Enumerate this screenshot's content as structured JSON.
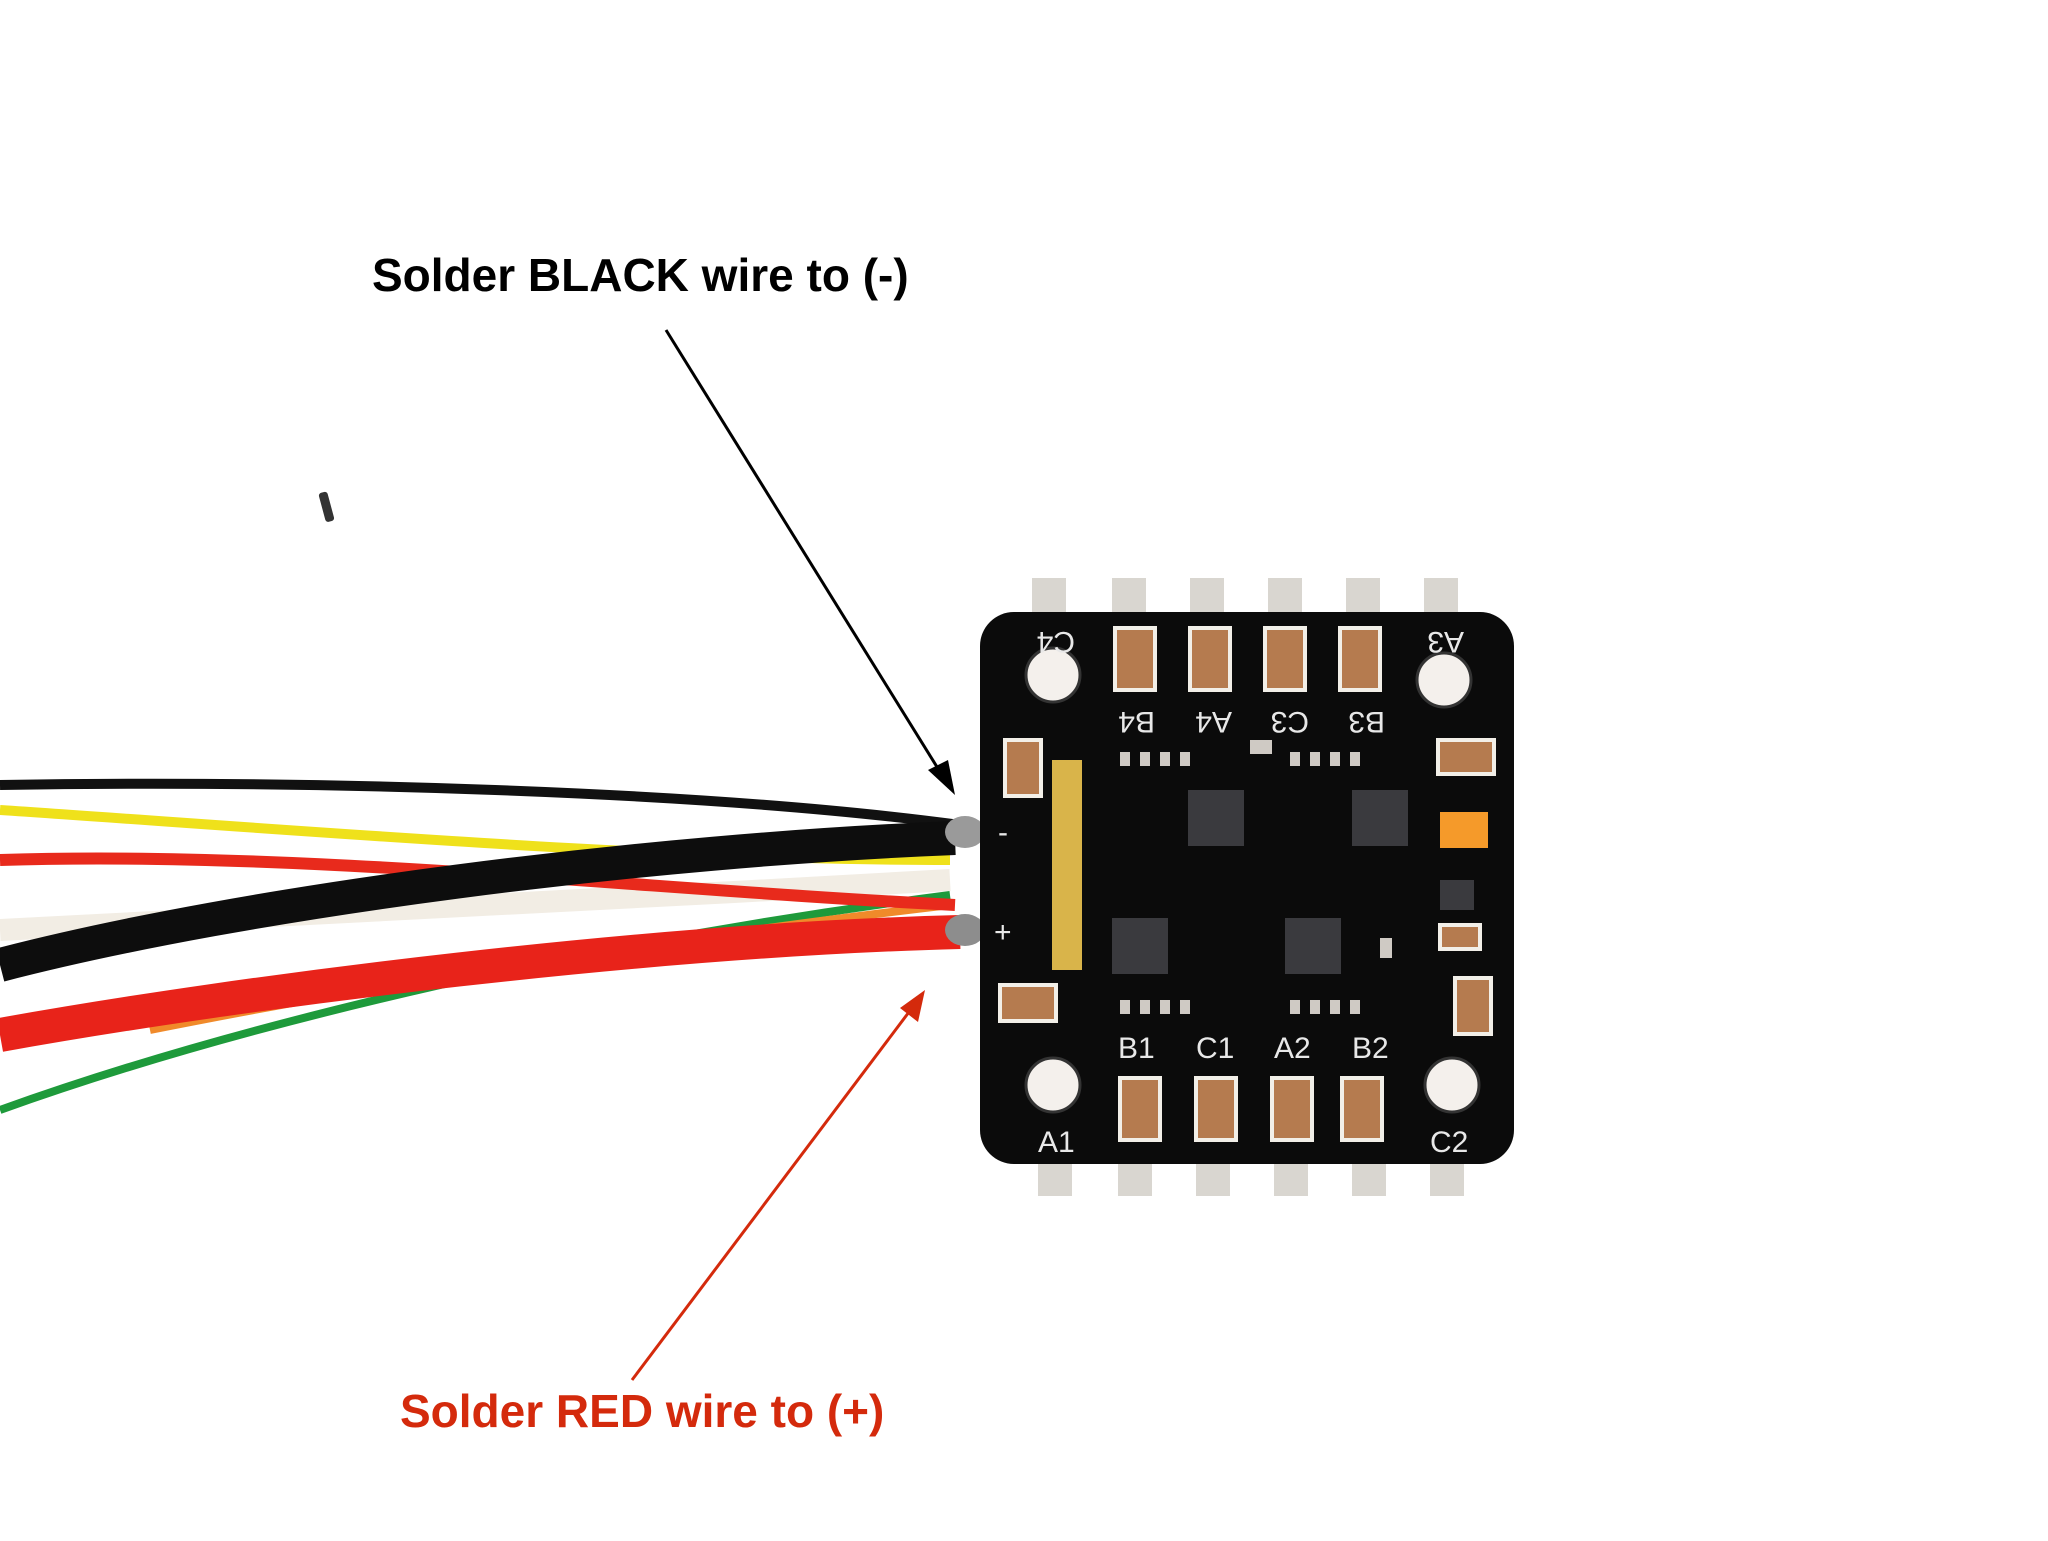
{
  "annotations": {
    "black_wire": {
      "text": "Solder BLACK wire to (-)",
      "color": "#000000"
    },
    "red_wire": {
      "text": "Solder RED wire to (+)",
      "color": "#d42a0c"
    }
  },
  "board": {
    "top_labels": [
      "C4",
      "B4",
      "A4",
      "C3",
      "B3",
      "A3"
    ],
    "bottom_labels": [
      "A1",
      "B1",
      "C1",
      "A2",
      "B2",
      "C2"
    ],
    "minus_symbol": "-",
    "plus_symbol": "+"
  },
  "wires": {
    "colors": [
      "#111111",
      "#f2e21a",
      "#e8291c",
      "#1f9a3a",
      "#f08a2a",
      "#f5f0e6"
    ]
  }
}
